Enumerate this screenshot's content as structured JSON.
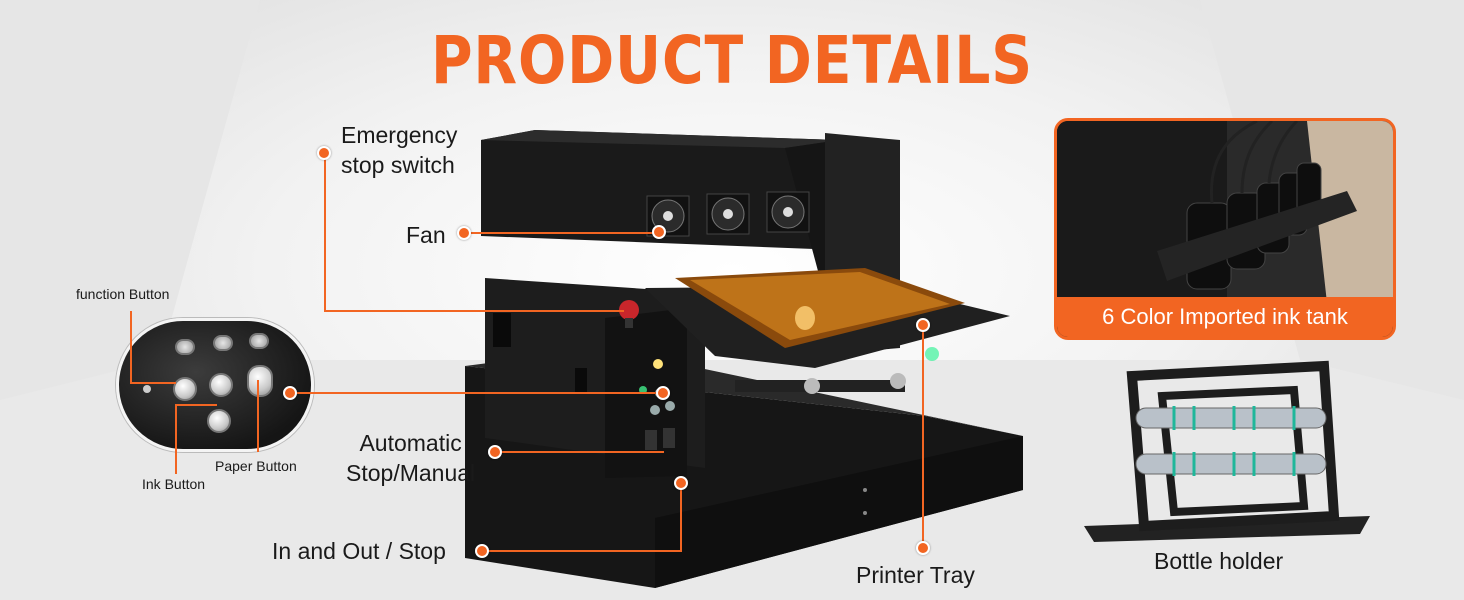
{
  "title": "PRODUCT DETAILS",
  "callouts": {
    "emergency_stop": "Emergency\nstop switch",
    "fan": "Fan",
    "function_button": "function Button",
    "ink_button": "Ink Button",
    "paper_button": "Paper Button",
    "automatic_stop": "Automatic\nStop/Manual",
    "in_out_stop": "In and Out / Stop",
    "printer_tray": "Printer Tray"
  },
  "insets": {
    "ink_tank_caption": "6 Color Imported ink tank",
    "bottle_holder_caption": "Bottle holder"
  },
  "colors": {
    "accent": "#f26522",
    "printer_body": "#1c1c1c",
    "background": "#f2f2f2"
  },
  "icons": [
    "power-icon",
    "ink-drop-icon",
    "paper-icon",
    "trash-icon",
    "fan-icon",
    "emergency-stop-icon"
  ]
}
